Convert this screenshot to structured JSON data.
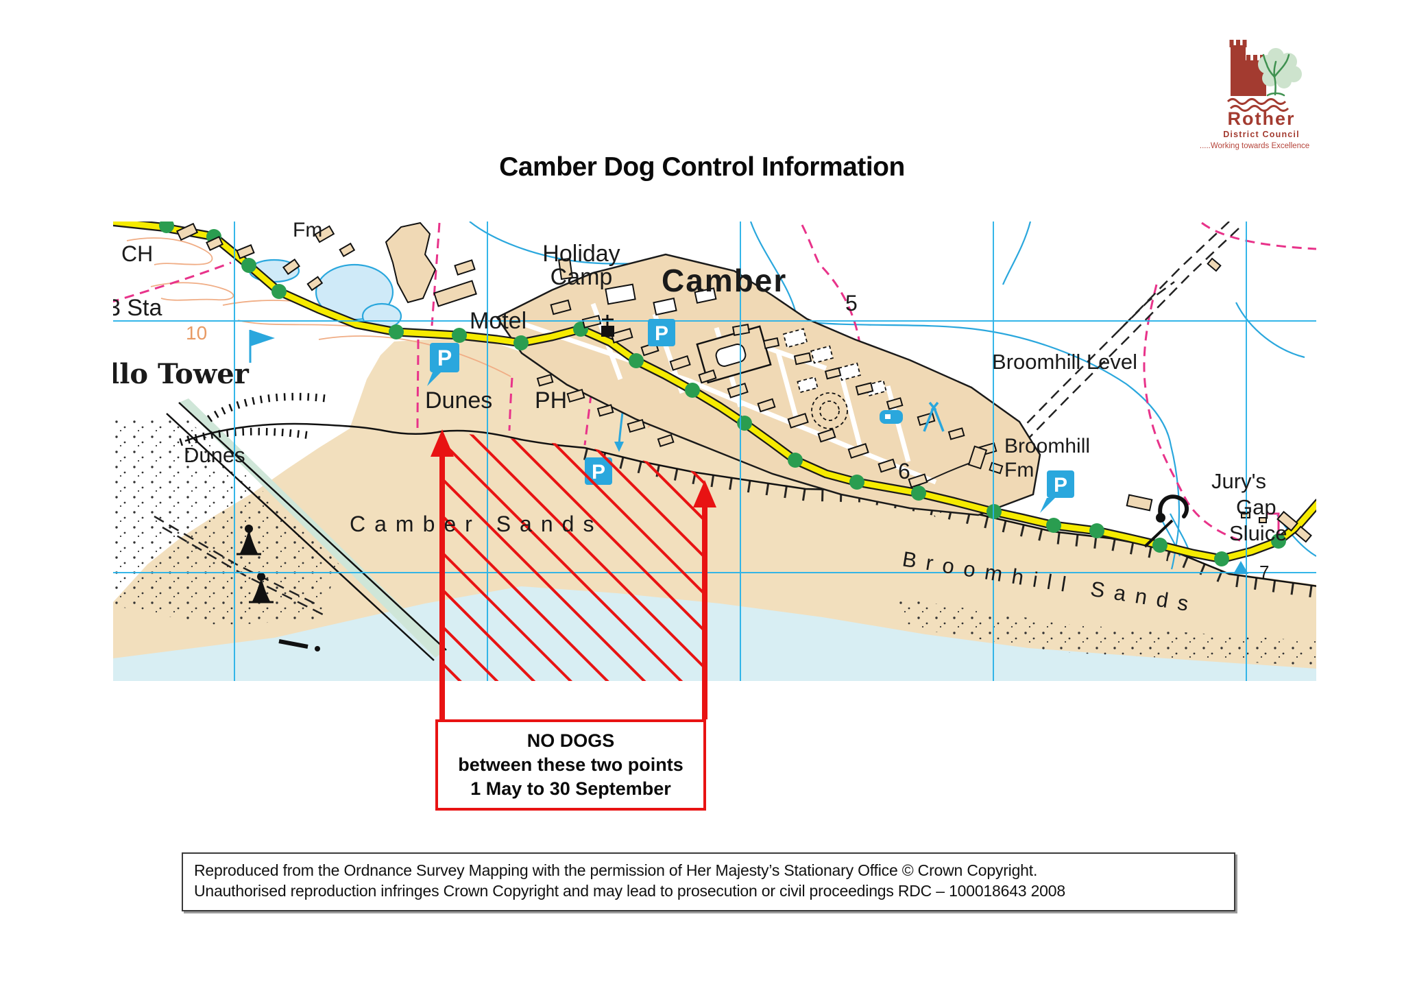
{
  "title": "Camber Dog Control Information",
  "logo": {
    "name": "Rother",
    "subtitle": "District Council",
    "tagline": ".....Working towards Excellence",
    "colors": {
      "brick_red": "#a33b30",
      "tree_fill": "#cde3cd",
      "tree_line": "#3f9150"
    }
  },
  "map": {
    "labels": {
      "ch": "CH",
      "fm_top": "Fm",
      "sta": "3 Sta",
      "tower": "llo Tower",
      "contour_10": "10",
      "dunes_lower": "Dunes",
      "dunes_upper": "Dunes",
      "holiday_line1": "Holiday",
      "holiday_line2": "Camp",
      "camber": "Camber",
      "motel": "Motel",
      "ph": "PH",
      "camber_sands": "Camber Sands",
      "grid_5": "5",
      "grid_6": "6",
      "grid_7": "7",
      "broomhill_level": "Broomhill Level",
      "broomhill_fm_line1": "Broomhill",
      "broomhill_fm_line2": "Fm",
      "jurys": "Jury's",
      "gap": "Gap",
      "sluice": "Sluice",
      "broomhill_sands": "Broomhill Sands",
      "parking": "P"
    },
    "colors": {
      "sand": "#f2dfbd",
      "sea": "#d8eef3",
      "grid_blue": "#2ab3e8",
      "water_blue": "#2aa7dd",
      "road_yellow": "#f6eb00",
      "dot_green": "#2a9d50",
      "path_pink": "#e8338a",
      "building_fill": "#f0d9b5",
      "contour_orange": "#f0ad85",
      "restriction_red": "#e81313"
    }
  },
  "no_dogs_box": {
    "line1": "NO DOGS",
    "line2": "between these two points",
    "line3": "1 May to 30 September"
  },
  "copyright": {
    "line1": "Reproduced from the Ordnance Survey Mapping with the permission of Her Majesty’s Stationary Office © Crown Copyright.",
    "line2": "Unauthorised reproduction infringes Crown Copyright and may lead to prosecution or civil proceedings RDC – 100018643 2008"
  }
}
